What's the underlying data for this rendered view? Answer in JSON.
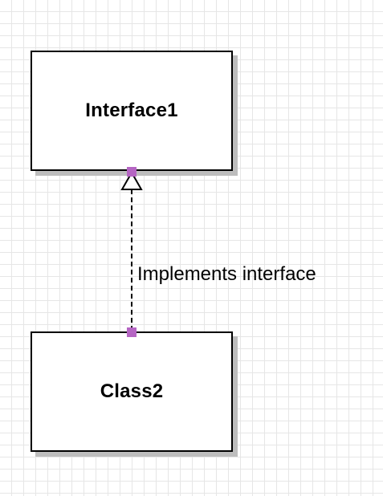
{
  "diagram": {
    "interface_name": "Interface1",
    "class_name": "Class2",
    "relationship_label": "Implements interface",
    "relationship_type": "realization",
    "colors": {
      "box_border": "#000000",
      "box_fill": "#ffffff",
      "box_shadow": "#bdbdbd",
      "connector": "#000000",
      "handle": "#b565c3",
      "grid": "#e6e6e6"
    }
  }
}
